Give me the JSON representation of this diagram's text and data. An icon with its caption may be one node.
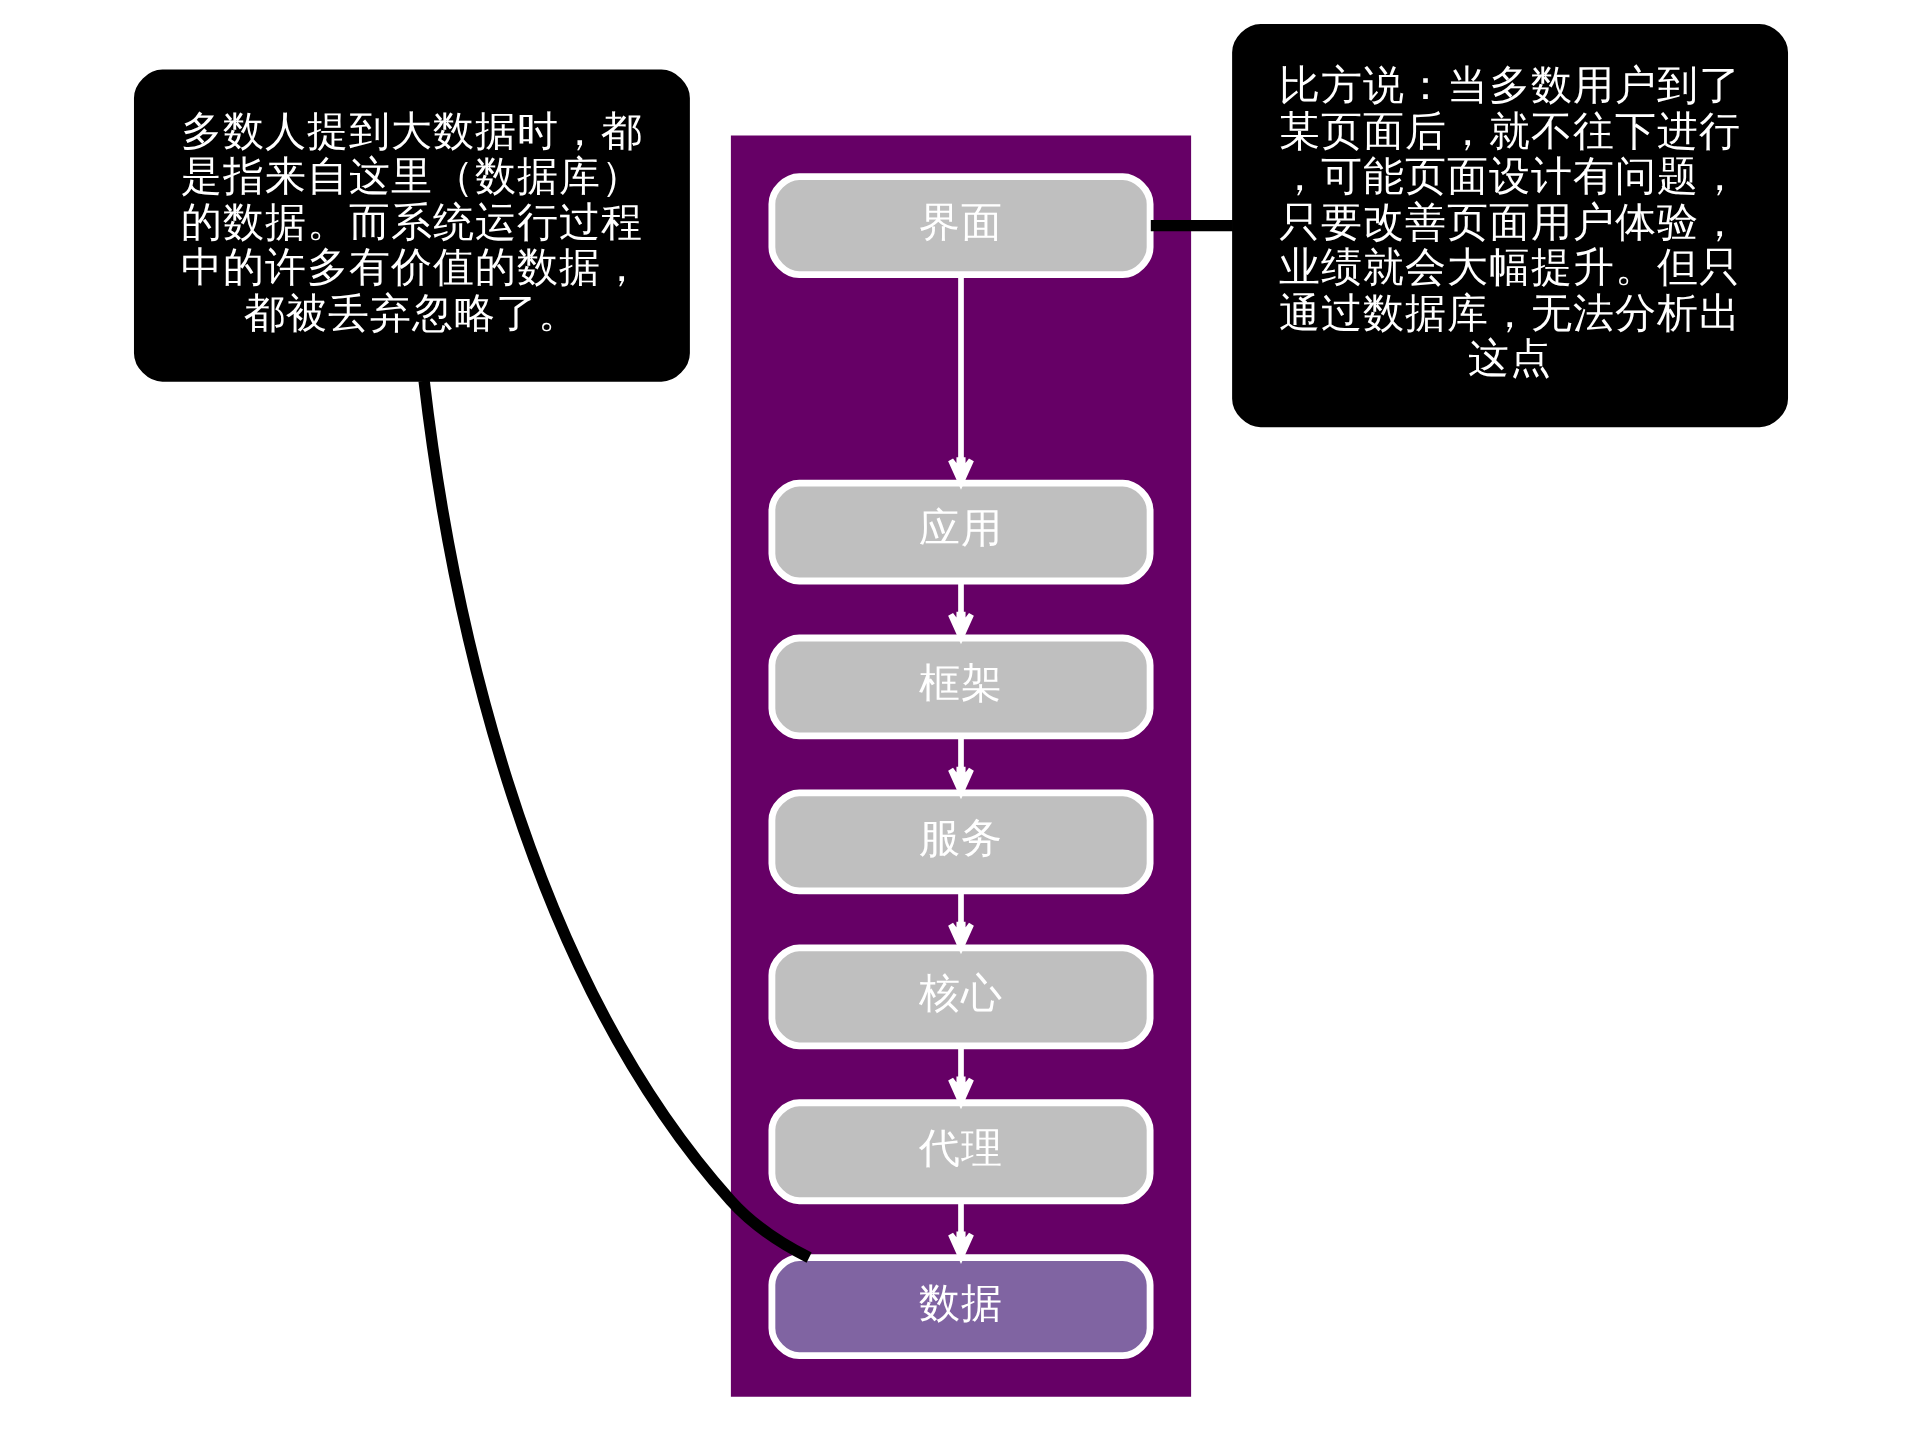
{
  "diagram": {
    "nodes": [
      {
        "text": [],
        "shape": "bar"
      },
      {
        "text": [
          "界面"
        ],
        "in": 0
      },
      {
        "text": [
          "应用"
        ],
        "in": 0
      },
      {
        "text": [
          "框架"
        ],
        "in": 0
      },
      {
        "text": [
          "服务"
        ],
        "in": 0
      },
      {
        "text": [
          "核心"
        ],
        "in": 0
      },
      {
        "text": [
          "代理"
        ],
        "in": 0
      },
      {
        "text": [
          "数据"
        ],
        "in": 0
      },
      {
        "text": [
          "多数人提到大数据时，都是指来自这里（数据库）的数据。而系统运行过程中的许多有价值的数据，都被丢弃忽略了。"
        ]
      },
      {
        "text": [
          "比方说：当多数用户到了某页面后，就不往下进行，可能页面设计有问题，只要改善页面用户体验，业绩就会大幅提升。但只通过数据库，无法分析出这点"
        ]
      }
    ],
    "edges": [
      {
        "from": 1,
        "to": 2,
        "arrow": "to"
      },
      {
        "from": 2,
        "to": 3,
        "arrow": "to"
      },
      {
        "from": 3,
        "to": 4,
        "arrow": "to"
      },
      {
        "from": 4,
        "to": 5,
        "arrow": "to"
      },
      {
        "from": 5,
        "to": 6,
        "arrow": "to"
      },
      {
        "from": 6,
        "to": 7,
        "arrow": "to"
      },
      {
        "from": 8,
        "to": 7,
        "arrow": "none",
        "style": "thick",
        "color": "#000000"
      },
      {
        "from": 9,
        "to": 1,
        "arrow": "none",
        "style": "thick",
        "color": "#000000"
      }
    ]
  }
}
